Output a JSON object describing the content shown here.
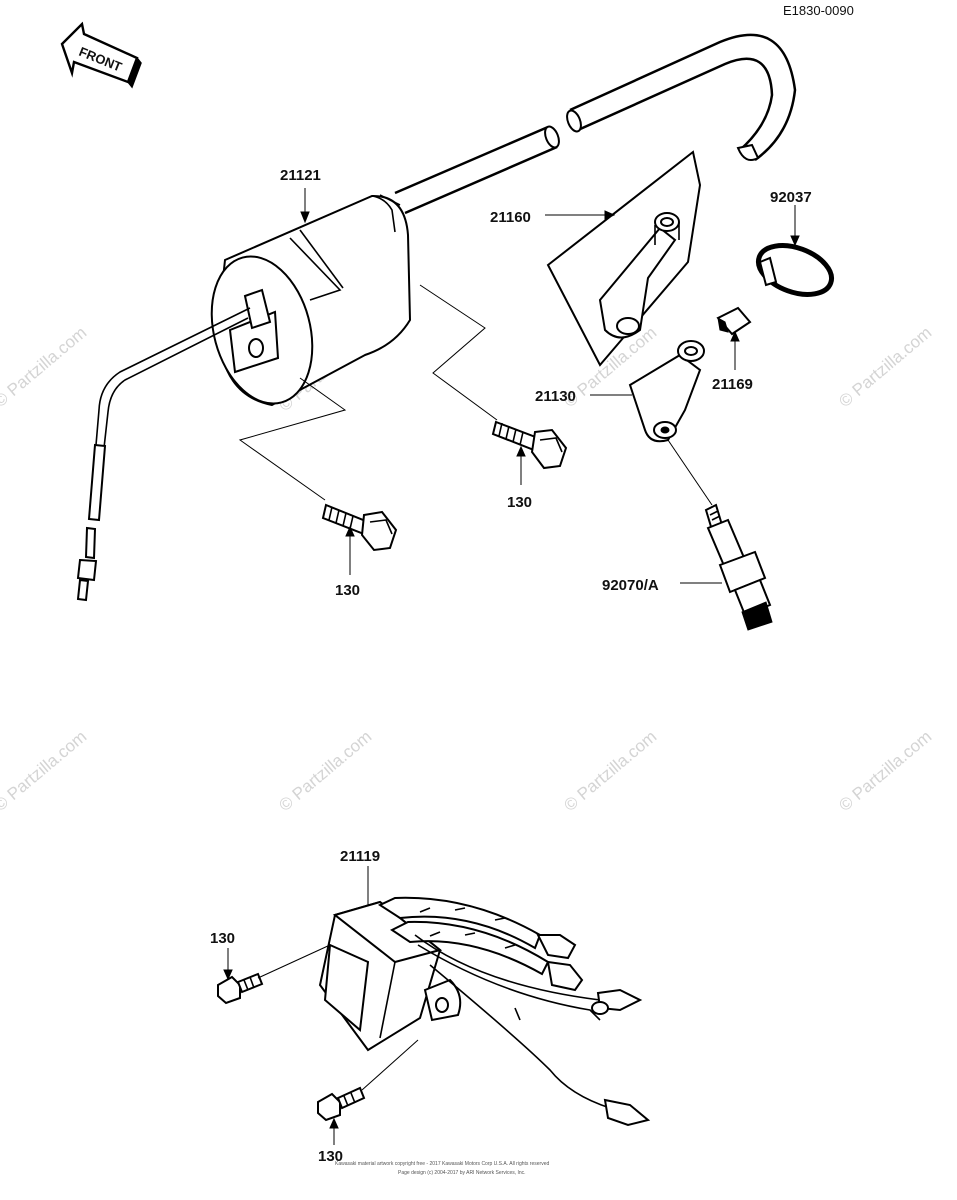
{
  "diagram": {
    "code": "E1830-0090",
    "front_label": "FRONT",
    "watermark": "© Partzilla.com",
    "footer_line1": "Kawasaki material artwork copyright free - 2017 Kawasaki Motors Corp U.S.A. All rights reserved",
    "footer_line2": "Page design (c) 2004-2017 by ARI Network Services, Inc."
  },
  "callouts": [
    {
      "id": "21121",
      "text": "21121"
    },
    {
      "id": "21160",
      "text": "21160"
    },
    {
      "id": "92037",
      "text": "92037"
    },
    {
      "id": "21130",
      "text": "21130"
    },
    {
      "id": "21169",
      "text": "21169"
    },
    {
      "id": "130a",
      "text": "130"
    },
    {
      "id": "130b",
      "text": "130"
    },
    {
      "id": "92070A",
      "text": "92070/A"
    },
    {
      "id": "21119",
      "text": "21119"
    },
    {
      "id": "130c",
      "text": "130"
    },
    {
      "id": "130d",
      "text": "130"
    }
  ]
}
